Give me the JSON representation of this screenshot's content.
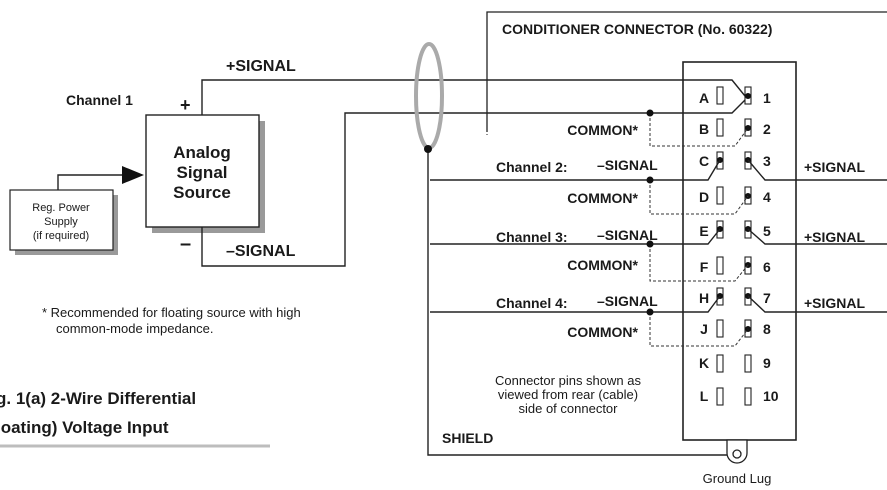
{
  "connector_title": "CONDITIONER CONNECTOR  (No. 60322)",
  "channel1": "Channel 1",
  "plus": "+",
  "minus": "–",
  "plus_signal": "+SIGNAL",
  "minus_signal": "–SIGNAL",
  "source": {
    "line1": "Analog",
    "line2": "Signal",
    "line3": "Source"
  },
  "power": {
    "line1": "Reg. Power",
    "line2": "Supply",
    "line3": "(if required)"
  },
  "common": "COMMON*",
  "channels": [
    {
      "label": "Channel 2:",
      "neg": "–SIGNAL",
      "pos": "+SIGNAL"
    },
    {
      "label": "Channel 3:",
      "neg": "–SIGNAL",
      "pos": "+SIGNAL"
    },
    {
      "label": "Channel 4:",
      "neg": "–SIGNAL",
      "pos": "+SIGNAL"
    }
  ],
  "pins_left": [
    "A",
    "B",
    "C",
    "D",
    "E",
    "F",
    "H",
    "J",
    "K",
    "L"
  ],
  "pins_right": [
    "1",
    "2",
    "3",
    "4",
    "5",
    "6",
    "7",
    "8",
    "9",
    "10"
  ],
  "footnote": {
    "line1": "* Recommended for floating source with high",
    "line2": "common-mode impedance."
  },
  "pin_note": {
    "line1": "Connector pins shown as",
    "line2": "viewed from rear (cable)",
    "line3": "side of connector"
  },
  "shield": "SHIELD",
  "ground_lug": "Ground Lug",
  "caption": {
    "line1": "g. 1(a)  2-Wire Differential",
    "line2": "loating) Voltage Input"
  }
}
